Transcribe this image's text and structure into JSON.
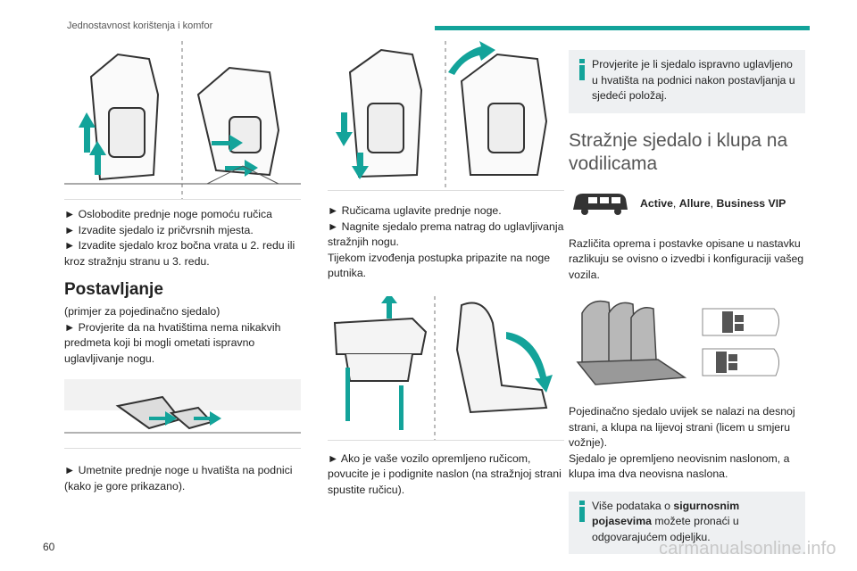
{
  "header": {
    "title": "Jednostavnost korištenja i komfor",
    "accent": "#13a39a"
  },
  "col1": {
    "steps1": [
      "► Oslobodite prednje noge pomoću ručica",
      "► Izvadite sjedalo iz pričvrsnih mjesta.",
      "► Izvadite sjedalo kroz bočna vrata u 2. redu ili kroz stražnju stranu u 3. redu."
    ],
    "section_title": "Postavljanje",
    "intro": "(primjer za pojedinačno sjedalo)",
    "steps2": "► Provjerite da na hvatištima nema nikakvih predmeta koji bi mogli ometati ispravno uglavljivanje nogu.",
    "steps3": "► Umetnite prednje noge u hvatišta na podnici (kako je gore prikazano)."
  },
  "col2": {
    "steps1": [
      "► Ručicama uglavite prednje noge.",
      "► Nagnite sjedalo prema natrag do uglavljivanja stražnjih nogu.",
      "Tijekom izvođenja postupka pripazite na noge putnika."
    ],
    "steps2": "► Ako je vaše vozilo opremljeno ručicom, povucite je i podignite naslon (na stražnjoj strani spustite ručicu)."
  },
  "col3": {
    "info1": "Provjerite je li sjedalo ispravno uglavljeno u hvatišta na podnici nakon postavljanja u sjedeći položaj.",
    "title": "Stražnje sjedalo i klupa na vodilicama",
    "versions": {
      "a": "Active",
      "sep": ", ",
      "b": "Allure",
      "c": "Business VIP"
    },
    "desc1": "Različita oprema i postavke opisane u nastavku razlikuju se ovisno o izvedbi i konfiguraciji vašeg vozila.",
    "desc2": [
      "Pojedinačno sjedalo uvijek se nalazi na desnoj strani, a klupa na lijevoj strani (licem u smjeru vožnje).",
      "Sjedalo je opremljeno neovisnim naslonom, a klupa ima dva neovisna naslona."
    ],
    "info2": {
      "pre": "Više podataka o ",
      "bold": "sigurnosnim pojasevima",
      "post": " možete pronaći u odgovarajućem odjeljku."
    }
  },
  "footer": {
    "page_number": "60",
    "watermark": "carmanualsonline.info"
  }
}
